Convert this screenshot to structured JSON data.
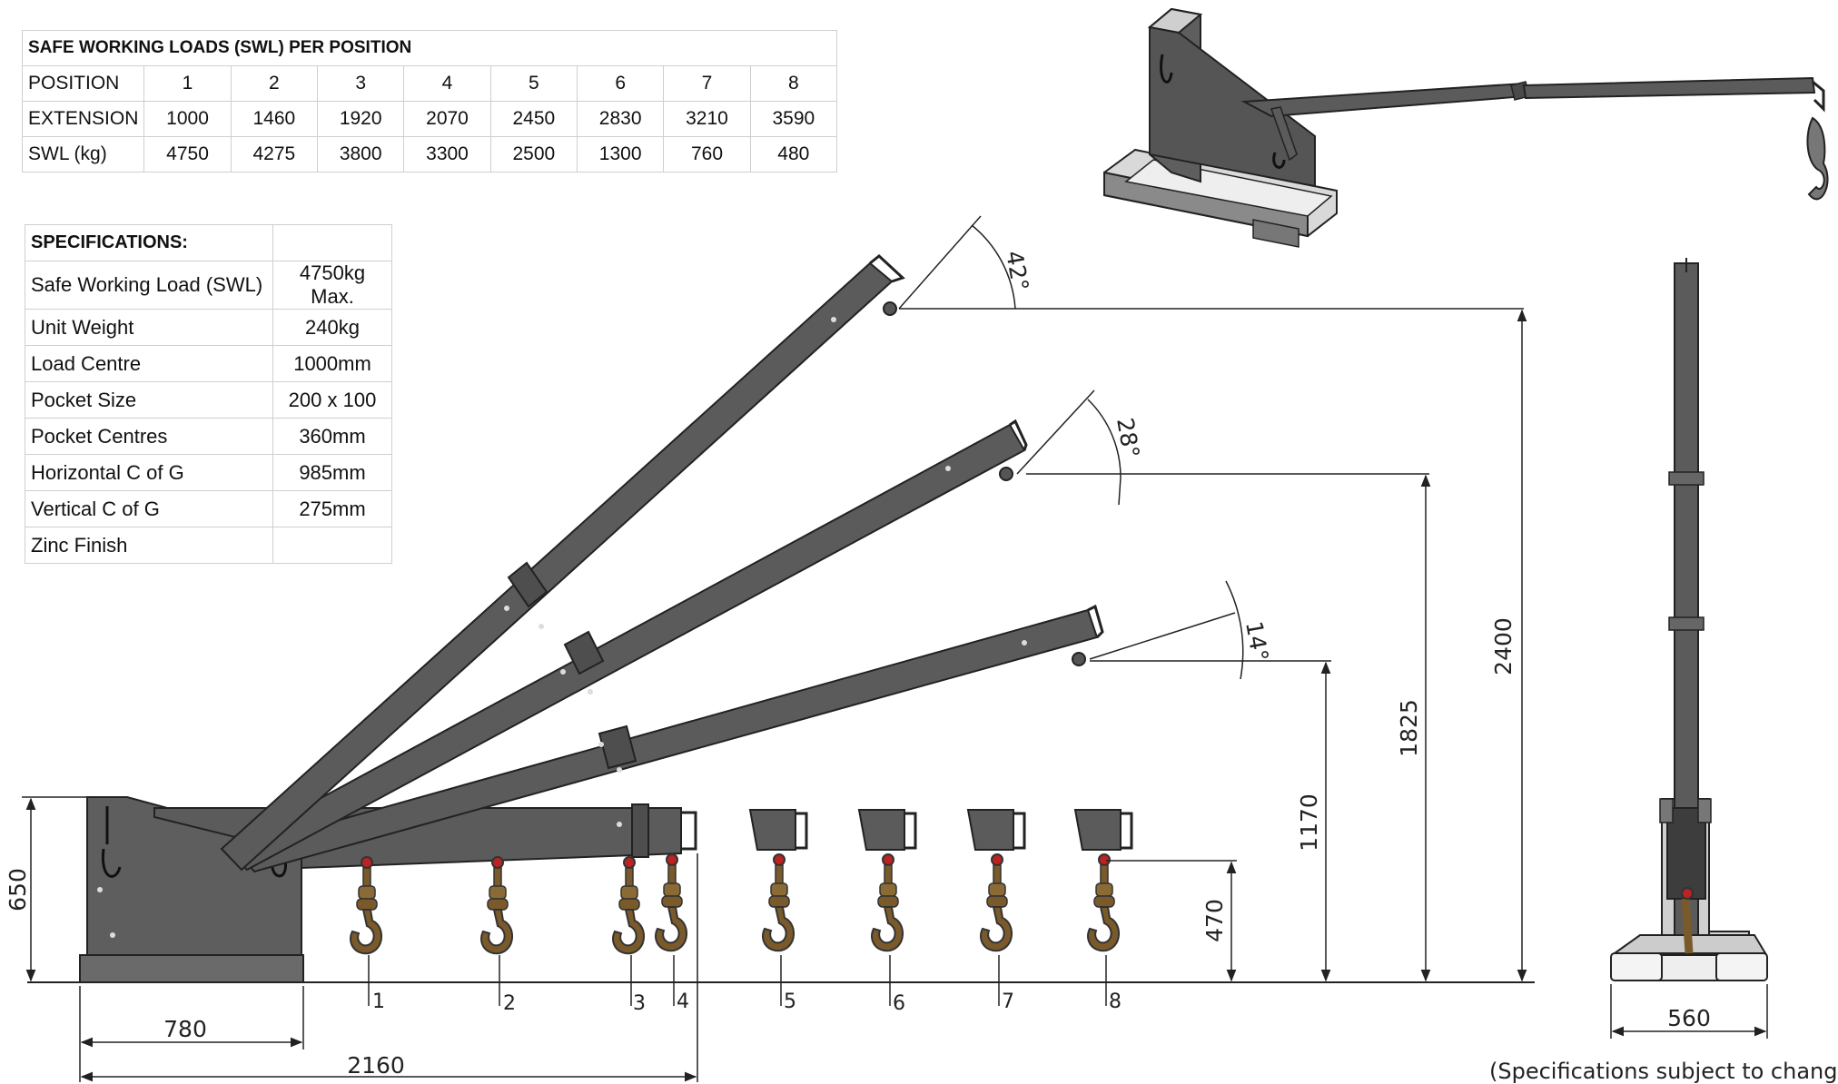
{
  "swl_table": {
    "title": "SAFE WORKING LOADS (SWL) PER POSITION",
    "rows": [
      {
        "label": "POSITION",
        "values": [
          "1",
          "2",
          "3",
          "4",
          "5",
          "6",
          "7",
          "8"
        ]
      },
      {
        "label": "EXTENSION",
        "values": [
          "1000",
          "1460",
          "1920",
          "2070",
          "2450",
          "2830",
          "3210",
          "3590"
        ]
      },
      {
        "label": "SWL (kg)",
        "values": [
          "4750",
          "4275",
          "3800",
          "3300",
          "2500",
          "1300",
          "760",
          "480"
        ]
      }
    ]
  },
  "specifications": {
    "title": "SPECIFICATIONS:",
    "rows": [
      {
        "label": "Safe Working Load (SWL)",
        "value": "4750kg Max."
      },
      {
        "label": "Unit Weight",
        "value": "240kg"
      },
      {
        "label": "Load Centre",
        "value": "1000mm"
      },
      {
        "label": "Pocket Size",
        "value": "200 x 100"
      },
      {
        "label": "Pocket Centres",
        "value": "360mm"
      },
      {
        "label": "Horizontal C of G",
        "value": "985mm"
      },
      {
        "label": "Vertical C of G",
        "value": "275mm"
      },
      {
        "label": "Zinc Finish",
        "value": ""
      }
    ]
  },
  "drawing": {
    "angles": [
      "42°",
      "28°",
      "14°"
    ],
    "dimensions": {
      "height_42": "2400",
      "height_28": "1825",
      "height_14": "1170",
      "hook_height": "470",
      "base_height": "650",
      "base_length": "780",
      "overall_length": "2160",
      "width": "560"
    },
    "positions": [
      "1",
      "2",
      "3",
      "4",
      "5",
      "6",
      "7",
      "8"
    ],
    "colors": {
      "boom": "#5b5b5b",
      "base_grey": "#cfcfcf",
      "hook": "#7a5a2a"
    }
  },
  "note": "(Specifications subject to change)"
}
